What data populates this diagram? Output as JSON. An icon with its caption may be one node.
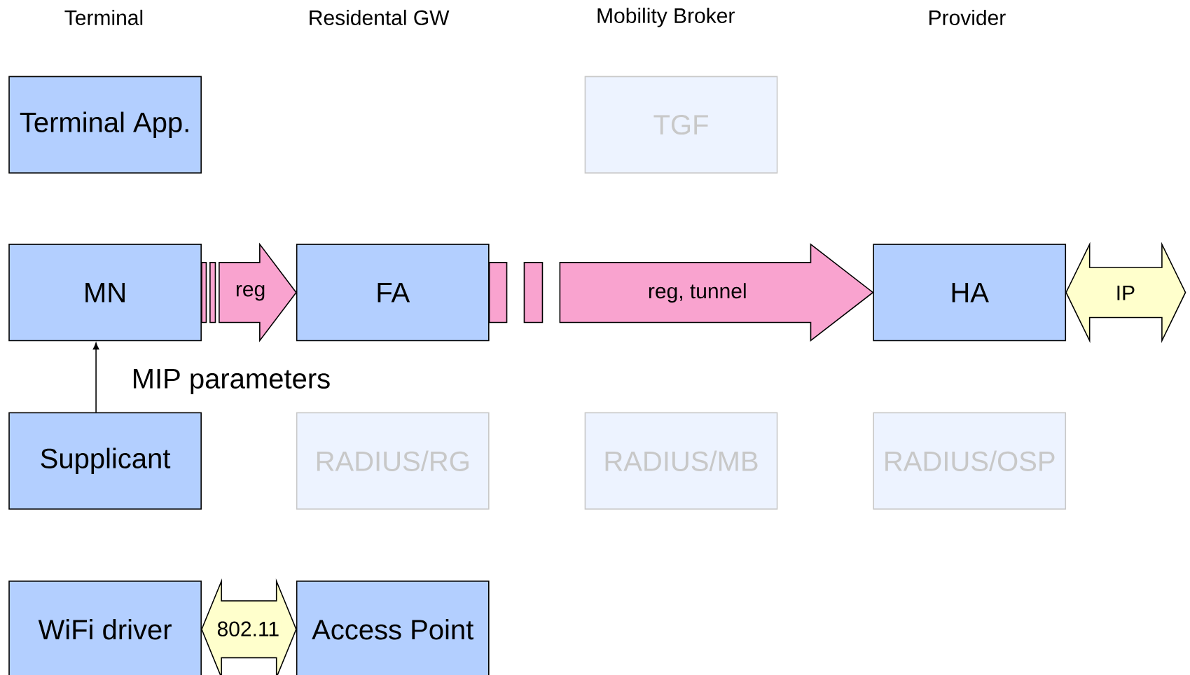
{
  "diagram": {
    "nodes": [
      {
        "text": [
          "Terminal App."
        ]
      },
      {
        "text": [
          "TGF"
        ]
      },
      {
        "text": [
          "MN"
        ]
      },
      {
        "text": [
          "FA"
        ]
      },
      {
        "text": [
          "HA"
        ]
      },
      {
        "text": [
          "Supplicant"
        ]
      },
      {
        "text": [
          "RADIUS/RG"
        ]
      },
      {
        "text": [
          "RADIUS/MB"
        ]
      },
      {
        "text": [
          "RADIUS/OSP"
        ]
      },
      {
        "text": [
          "WiFi driver"
        ]
      },
      {
        "text": [
          "Access Point"
        ]
      }
    ],
    "edges": [
      {
        "from": 2,
        "to": 3,
        "arrow": "to",
        "label": "reg",
        "style": "thick",
        "color": "#f9a3cf"
      },
      {
        "from": 3,
        "to": 4,
        "arrow": "to",
        "label": "reg, tunnel",
        "style": "thick",
        "color": "#f9a3cf"
      },
      {
        "from": 4,
        "to": null,
        "arrow": "both",
        "label": "IP",
        "style": "thick",
        "color": "#ffffcc"
      },
      {
        "from": 5,
        "to": 2,
        "arrow": "to",
        "label": "MIP parameters",
        "color": "#000000"
      },
      {
        "from": 9,
        "to": 10,
        "arrow": "both",
        "label": "802.11",
        "style": "thick",
        "color": "#ffffcc"
      }
    ],
    "labels": [
      "Terminal",
      "Residental GW",
      "Mobility Broker",
      "Provider"
    ]
  }
}
